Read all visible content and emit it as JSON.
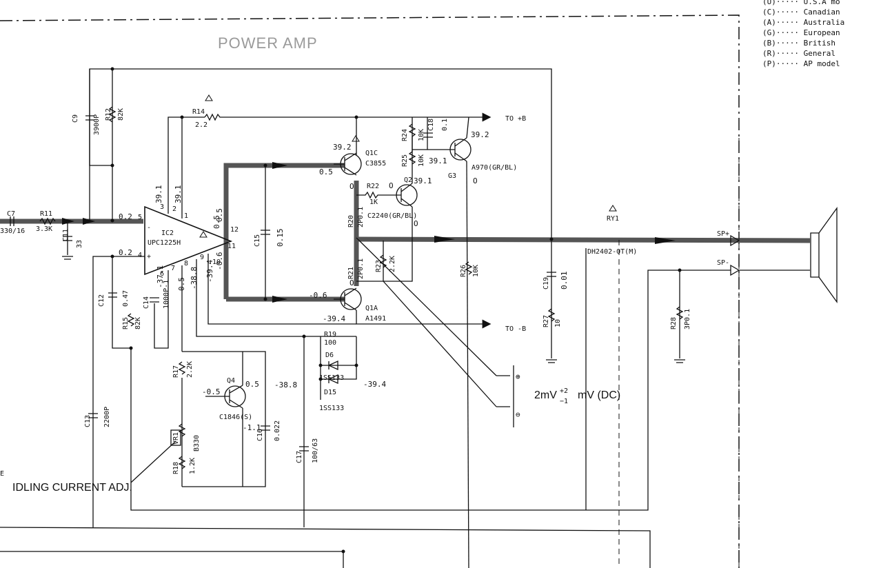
{
  "title": "POWER AMP",
  "legend": [
    "(U)····· U.S.A mo",
    "(C)····· Canadian",
    "(A)····· Australia",
    "(G)····· European",
    "(B)····· British",
    "(R)····· General",
    "(P)····· AP model"
  ],
  "components": {
    "ic2": {
      "ref": "IC2",
      "part": "UPC1225H"
    },
    "q1c": {
      "ref": "Q1C",
      "part": "C3855"
    },
    "q1a": {
      "ref": "Q1A",
      "part": "A1491"
    },
    "q2": {
      "ref": "Q2",
      "part": "C2240(GR/BL)"
    },
    "q3": {
      "ref": "G3",
      "part": "A970(GR/BL)"
    },
    "q4": {
      "ref": "Q4",
      "part": "C1846(S)"
    },
    "ry1": {
      "ref": "RY1",
      "part": "DH2402-OT(M)"
    },
    "c7": {
      "ref": "C7",
      "value": "330/16"
    },
    "r11": {
      "ref": "R11",
      "value": "3.3K"
    },
    "c11": {
      "ref": "C11",
      "value": "33"
    },
    "c9": {
      "ref": "C9",
      "value": "3900P"
    },
    "r12": {
      "ref": "R12",
      "value": "82K"
    },
    "r14": {
      "ref": "R14",
      "value": "2.2"
    },
    "r24": {
      "ref": "R24",
      "value": "10K"
    },
    "r25": {
      "ref": "R25",
      "value": "10K"
    },
    "c18": {
      "ref": "C18",
      "value": "0.1"
    },
    "r22": {
      "ref": "R22",
      "value": "1K"
    },
    "r20": {
      "ref": "R20",
      "value": "2P0.1"
    },
    "r21": {
      "ref": "R21",
      "value": "2P0.1"
    },
    "r23": {
      "ref": "R23",
      "value": "2.2K"
    },
    "c15": {
      "ref": "C15",
      "value": "0.15"
    },
    "c12": {
      "ref": "C12",
      "value": "0.47"
    },
    "r15": {
      "ref": "R15",
      "value": "82K"
    },
    "c14": {
      "ref": "C14",
      "value": "1000P-1"
    },
    "r26": {
      "ref": "R26",
      "value": "10K"
    },
    "c19": {
      "ref": "C19",
      "value": "0.01"
    },
    "r27": {
      "ref": "R27",
      "value": "10"
    },
    "r28": {
      "ref": "R28",
      "value": "3P0.1"
    },
    "r19": {
      "ref": "R19",
      "value": "100"
    },
    "d6": {
      "ref": "D6",
      "value": "1SS133"
    },
    "d15": {
      "ref": "D15",
      "value": "1SS133"
    },
    "r17": {
      "ref": "R17",
      "value": "2.2K"
    },
    "vr1": {
      "ref": "VR1",
      "value": "B330"
    },
    "r18": {
      "ref": "R18",
      "value": "1.2K"
    },
    "c13": {
      "ref": "C13",
      "value": "2200P"
    },
    "c16": {
      "ref": "C16",
      "value": "0.022"
    },
    "c17": {
      "ref": "C17",
      "value": "100/63"
    }
  },
  "voltages": {
    "v_39_2a": "39.2",
    "v_0_5a": "0.5",
    "v_39_2b": "39.2",
    "v_39_1a": "39.1",
    "v_39_1b": "39.1",
    "v_0a": "O",
    "v_0b": "O",
    "v_0c": "O",
    "v_0d": "O",
    "v_0_2a": "0.2",
    "v_0_2b": "0.2",
    "v_39_1p": "39.1",
    "v_39_1q": "39.1",
    "v_0_5b": "0.5",
    "v_neg0_6a": "-0.6",
    "v_neg0_6b": "-0.6",
    "v_neg39_4a": "-39.4",
    "v_neg39_4b": "-39.4",
    "v_neg39_4c": "-39.4",
    "v_neg38_8a": "-38.8",
    "v_neg38_8b": "-38.8",
    "v_0_5c": "0.5",
    "v_neg37_1": "-37.1",
    "v_0_5d": "0.5",
    "v_neg0_5": "-0.5",
    "v_0_5e": "0.5",
    "v_neg1_1": "-1.1",
    "v_o_ry": "O"
  },
  "pins": {
    "p3": "3",
    "p2": "2",
    "p1": "1",
    "p5": "5",
    "p4": "4",
    "p9": "9",
    "p10": "10",
    "p11": "11",
    "p12": "12",
    "p8": "8",
    "p7": "7",
    "p6": "6"
  },
  "labels": {
    "to_pb": "TO +B",
    "to_nb": "TO -B",
    "sp_plus": "SP+",
    "sp_minus": "SP-",
    "idling": "IDLING CURRENT ADJ.",
    "offset_main": "2mV",
    "offset_sup": "+2",
    "offset_sub": "−1",
    "offset_unit": "mV (DC)",
    "pos_mark": "⊕",
    "neg_mark": "⊖",
    "edge_e": "E"
  }
}
